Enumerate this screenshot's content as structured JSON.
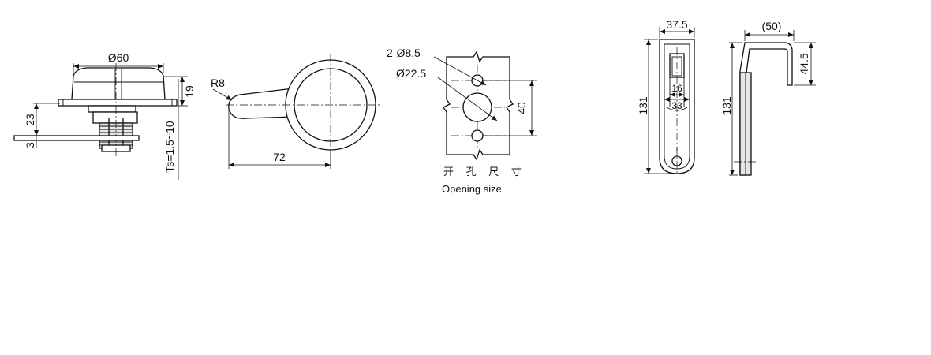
{
  "side_view": {
    "dims": {
      "diameter": "Ø60",
      "height": "19",
      "depth": "23",
      "plate": "3",
      "thickness": "Ts=1.5~10"
    }
  },
  "handle_view": {
    "dims": {
      "radius": "R8",
      "length": "72"
    }
  },
  "opening_view": {
    "dims": {
      "small_holes": "2-Ø8.5",
      "big_hole": "Ø22.5",
      "spacing": "40"
    },
    "caption_cn": "开 孔 尺 寸",
    "caption_en": "Opening size"
  },
  "front_view": {
    "dims": {
      "width": "37.5",
      "height": "131",
      "inner_1": "16",
      "inner_2": "33"
    }
  },
  "profile_view": {
    "dims": {
      "width": "(50)",
      "height": "131",
      "hook": "44.5"
    }
  }
}
